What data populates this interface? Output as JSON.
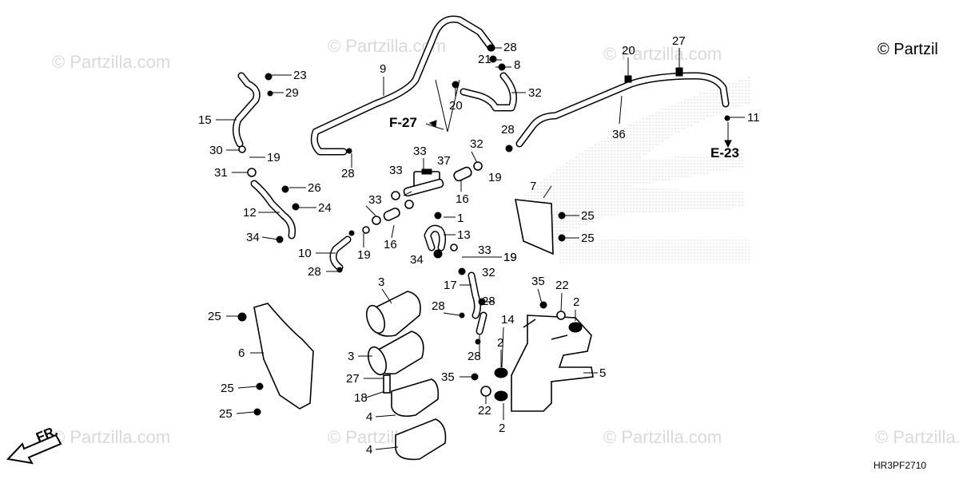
{
  "copyright": "© Partzil",
  "watermark_text": "© Partzilla.com",
  "diagram_code": "HR3PF2710",
  "front_label": "FR.",
  "references": [
    "F-27",
    "E-23"
  ],
  "callouts": [
    "23",
    "29",
    "15",
    "30",
    "19",
    "31",
    "26",
    "12",
    "24",
    "34",
    "9",
    "28",
    "21",
    "28",
    "8",
    "32",
    "20",
    "20",
    "27",
    "11",
    "36",
    "33",
    "37",
    "33",
    "32",
    "16",
    "28",
    "19",
    "33",
    "16",
    "19",
    "7",
    "1",
    "25",
    "13",
    "25",
    "10",
    "28",
    "19",
    "34",
    "33",
    "32",
    "19",
    "3",
    "17",
    "28",
    "25",
    "6",
    "3",
    "27",
    "18",
    "4",
    "4",
    "28",
    "35",
    "22",
    "2",
    "14",
    "28",
    "2",
    "35",
    "22",
    "2",
    "5",
    "25",
    "25"
  ]
}
